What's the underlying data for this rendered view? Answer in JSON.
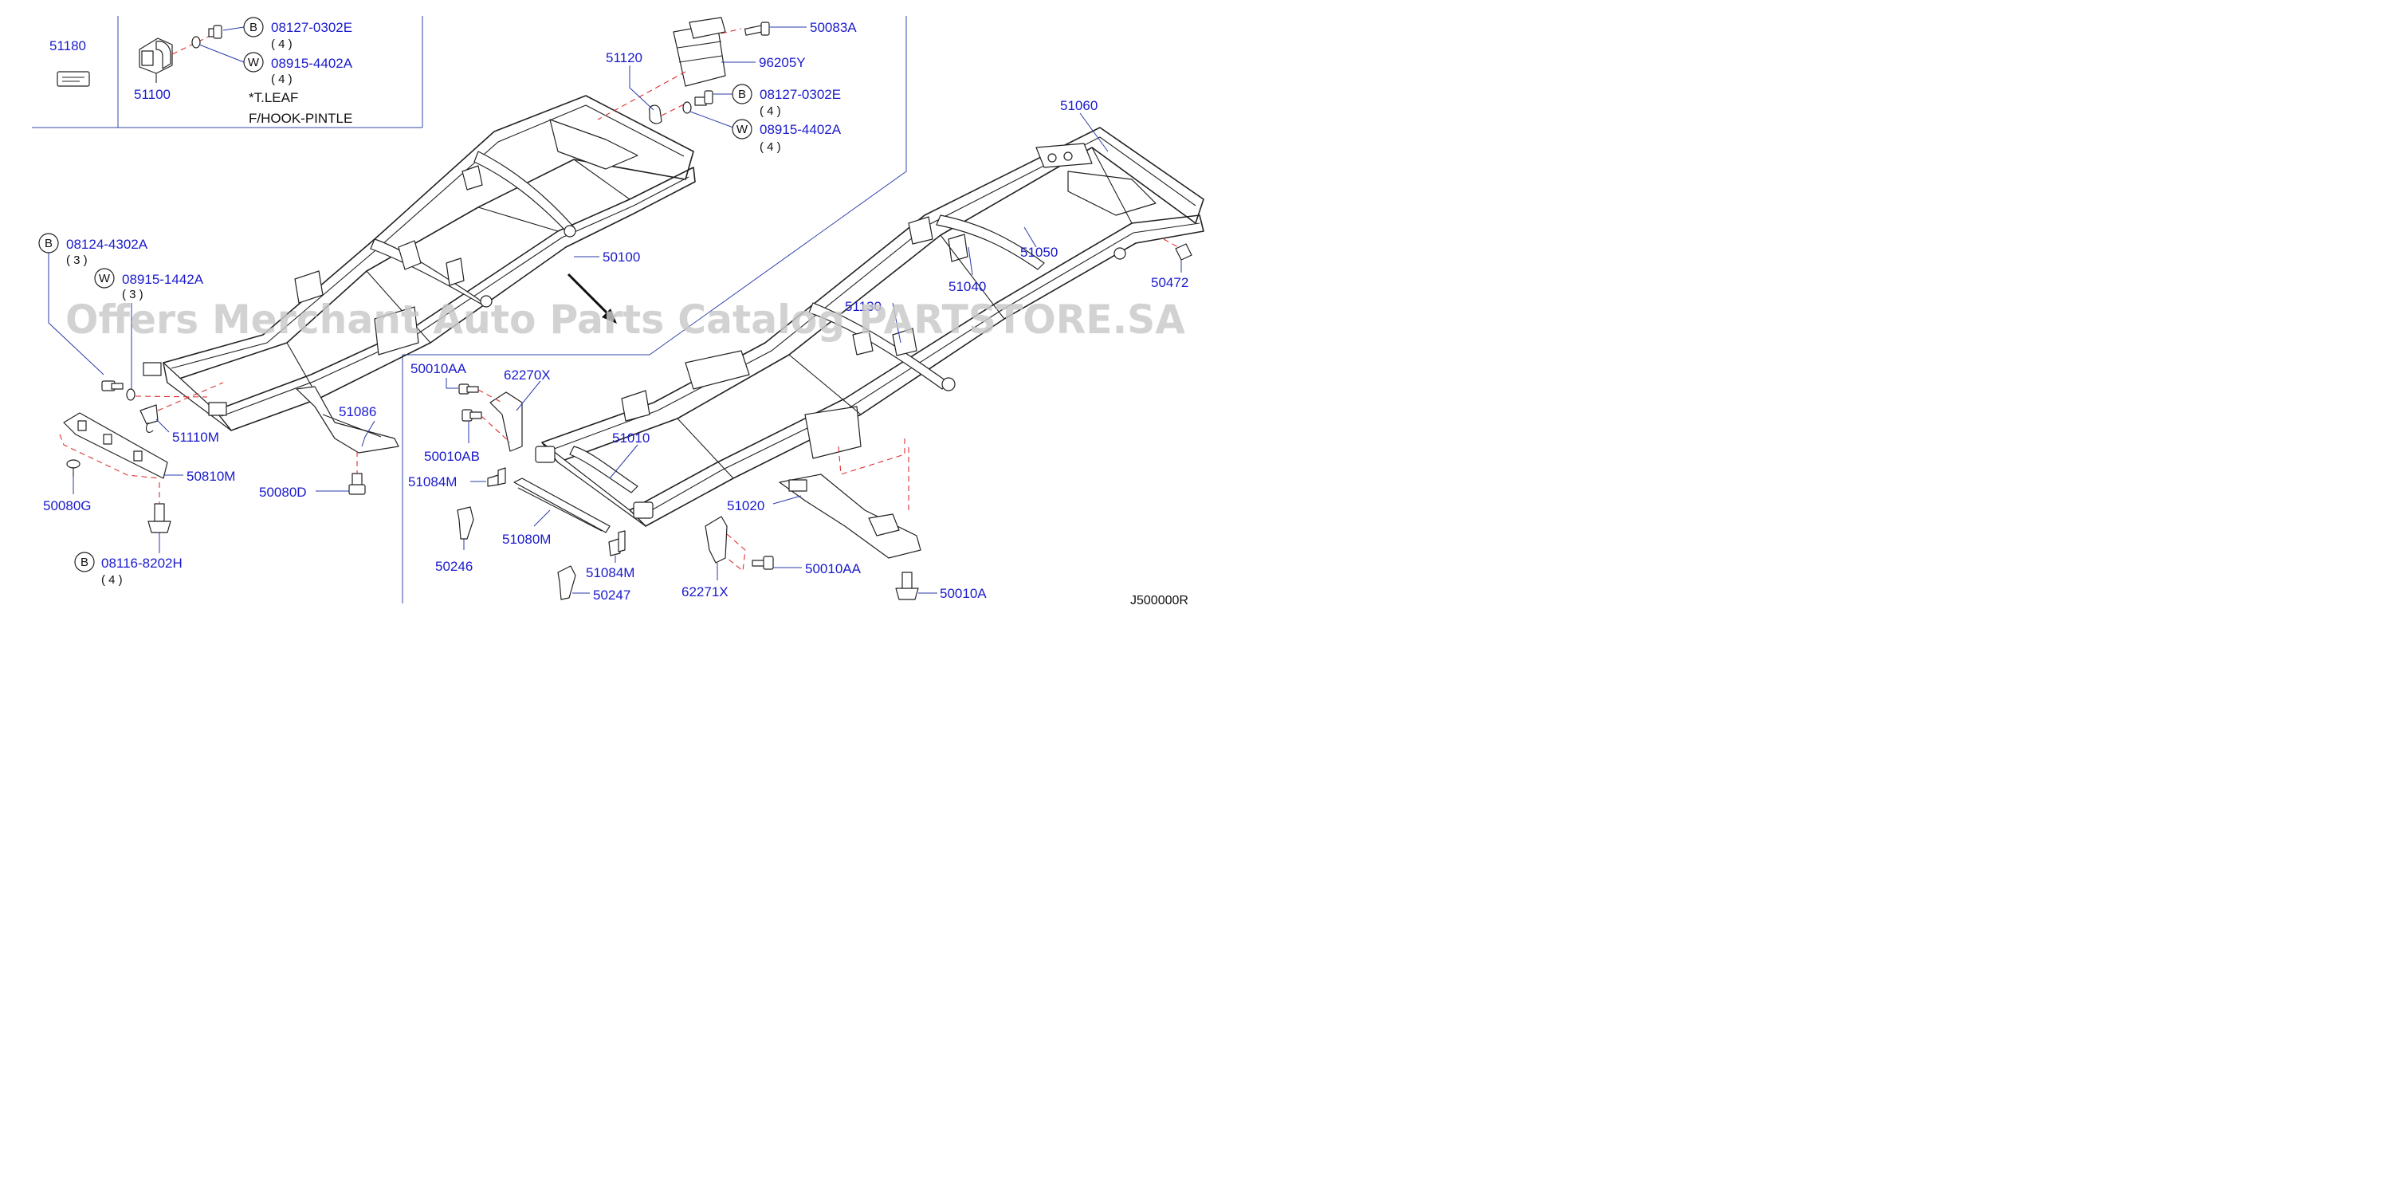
{
  "watermark": "Offers Merchant Auto Parts Catalog PARTSTORE.SA",
  "diagram_code": "J500000R",
  "inset": {
    "note_line1": "*T.LEAF",
    "note_line2": "F/HOOK-PINTLE"
  },
  "parts": {
    "p51180": "51180",
    "p51100": "51100",
    "b08127_a": "08127-0302E",
    "b08127_a_qty": "( 4 )",
    "w08915_a": "08915-4402A",
    "w08915_a_qty": "( 4 )",
    "p51120": "51120",
    "p50083A": "50083A",
    "p96205Y": "96205Y",
    "b08127_b": "08127-0302E",
    "b08127_b_qty": "( 4 )",
    "w08915_b": "08915-4402A",
    "w08915_b_qty": "( 4 )",
    "p51060": "51060",
    "p50100": "50100",
    "b08124": "08124-4302A",
    "b08124_qty": "( 3 )",
    "w08915_c": "08915-1442A",
    "w08915_c_qty": "( 3 )",
    "p51050": "51050",
    "p51040": "51040",
    "p50472": "50472",
    "p51130": "51130",
    "p51110M": "51110M",
    "p51086": "51086",
    "p50810M": "50810M",
    "p50080G": "50080G",
    "p50080D": "50080D",
    "b08116": "08116-8202H",
    "b08116_qty": "( 4 )",
    "p50010AA_a": "50010AA",
    "p62270X": "62270X",
    "p50010AB": "50010AB",
    "p51010": "51010",
    "p51084M_a": "51084M",
    "p51020": "51020",
    "p50246": "50246",
    "p51080M": "51080M",
    "p51084M_b": "51084M",
    "p50247": "50247",
    "p62271X": "62271X",
    "p50010AA_b": "50010AA",
    "p50010A": "50010A"
  },
  "symbols": {
    "bolt": "B",
    "washer": "W"
  },
  "colors": {
    "label": "#1a1acc",
    "leader": "#2a3aa8",
    "dashed_guide": "#e03030",
    "line_art": "#222222"
  }
}
